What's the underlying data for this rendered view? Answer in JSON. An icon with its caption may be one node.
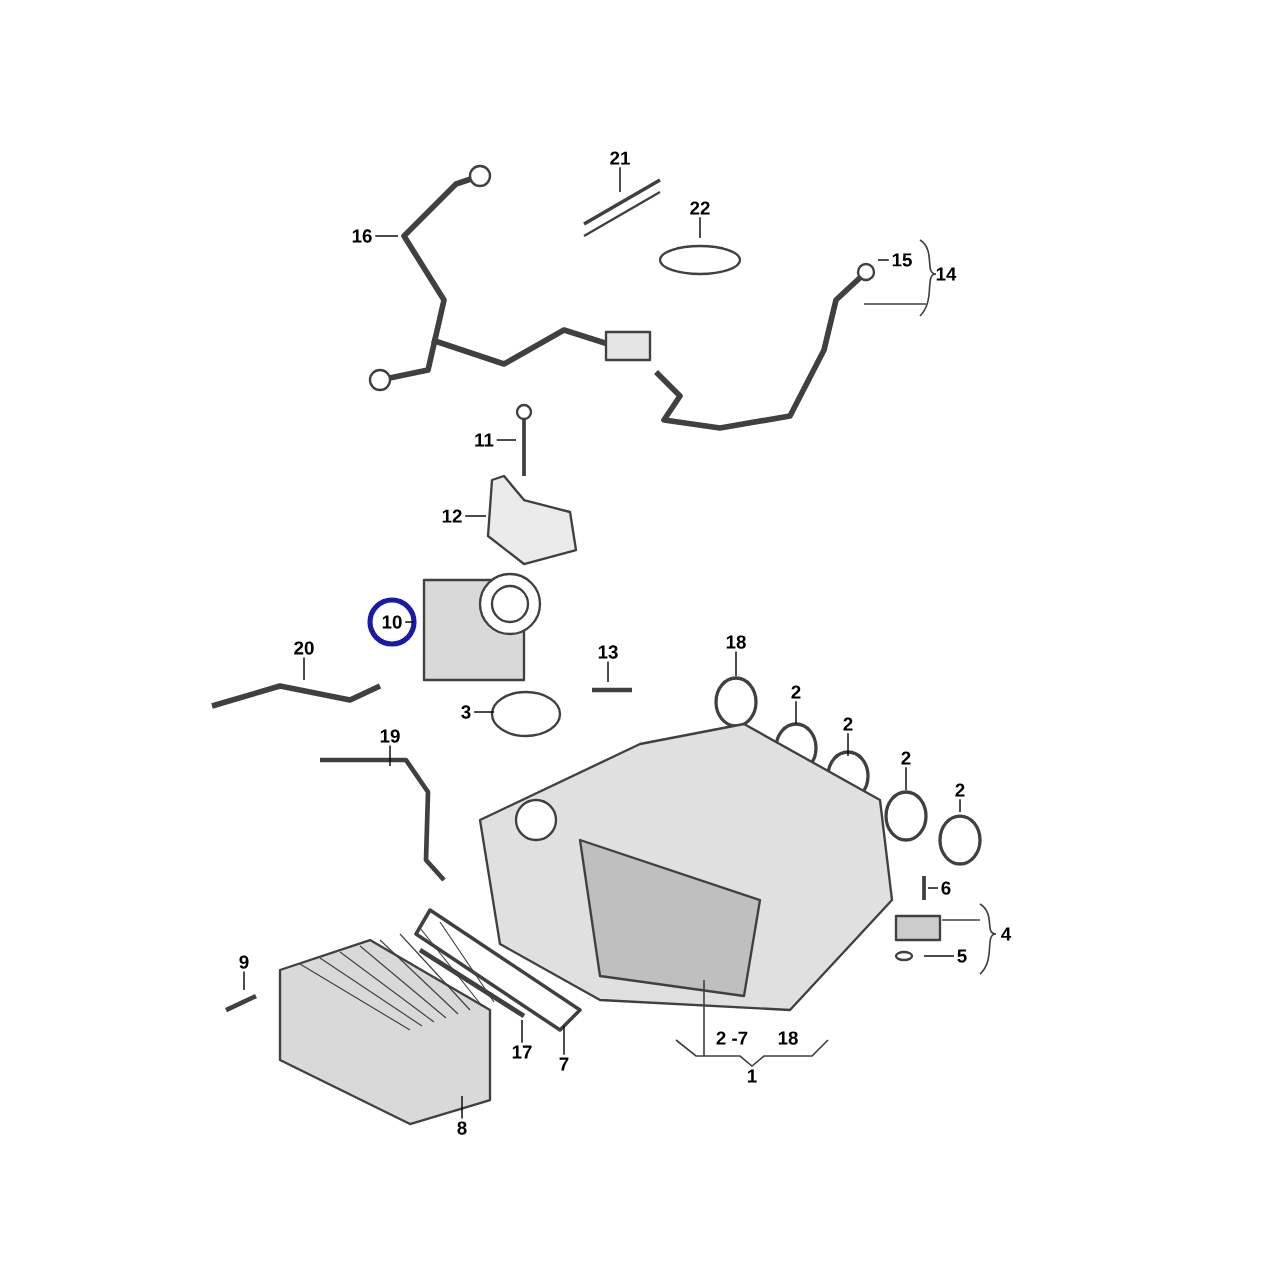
{
  "diagram": {
    "nodes": [
      {
        "text": [
          "21"
        ]
      },
      {
        "text": [
          "22"
        ]
      },
      {
        "text": [
          "16"
        ]
      },
      {
        "text": [
          "15"
        ]
      },
      {
        "text": [
          "11"
        ]
      },
      {
        "text": [
          "12"
        ]
      },
      {
        "text": [
          "10"
        ]
      },
      {
        "text": [
          "20"
        ]
      },
      {
        "text": [
          "13"
        ]
      },
      {
        "text": [
          "18"
        ]
      },
      {
        "text": [
          "2"
        ]
      },
      {
        "text": [
          "3"
        ]
      },
      {
        "text": [
          "2"
        ]
      },
      {
        "text": [
          "19"
        ]
      },
      {
        "text": [
          "2"
        ]
      },
      {
        "text": [
          "2"
        ]
      },
      {
        "text": [
          "6"
        ]
      },
      {
        "text": [
          "5"
        ]
      },
      {
        "text": [
          "9"
        ]
      },
      {
        "text": [
          "17"
        ]
      },
      {
        "text": [
          "7"
        ]
      },
      {
        "text": [
          "8"
        ]
      }
    ],
    "edges": [
      {
        "from": 0,
        "to": null,
        "arrow": "none"
      },
      {
        "from": 1,
        "to": null,
        "arrow": "none"
      },
      {
        "from": 2,
        "to": null,
        "arrow": "none"
      },
      {
        "from": 3,
        "to": null,
        "arrow": "none"
      },
      {
        "from": 4,
        "to": null,
        "arrow": "none"
      },
      {
        "from": 5,
        "to": null,
        "arrow": "none"
      },
      {
        "from": 6,
        "to": null,
        "arrow": "none"
      },
      {
        "from": 7,
        "to": null,
        "arrow": "none"
      },
      {
        "from": 8,
        "to": null,
        "arrow": "none"
      },
      {
        "from": 9,
        "to": null,
        "arrow": "none"
      },
      {
        "from": 10,
        "to": null,
        "arrow": "none"
      },
      {
        "from": 11,
        "to": null,
        "arrow": "none"
      },
      {
        "from": 12,
        "to": null,
        "arrow": "none"
      },
      {
        "from": 13,
        "to": null,
        "arrow": "none"
      },
      {
        "from": 14,
        "to": null,
        "arrow": "none"
      },
      {
        "from": 15,
        "to": null,
        "arrow": "none"
      },
      {
        "from": 16,
        "to": null,
        "arrow": "none"
      },
      {
        "from": 17,
        "to": null,
        "arrow": "none"
      },
      {
        "from": 18,
        "to": null,
        "arrow": "none"
      },
      {
        "from": 19,
        "to": null,
        "arrow": "none"
      },
      {
        "from": 20,
        "to": null,
        "arrow": "none"
      },
      {
        "from": 21,
        "to": null,
        "arrow": "none"
      }
    ],
    "labels": [
      "14",
      "4",
      "2 -7",
      "18",
      "1"
    ]
  }
}
